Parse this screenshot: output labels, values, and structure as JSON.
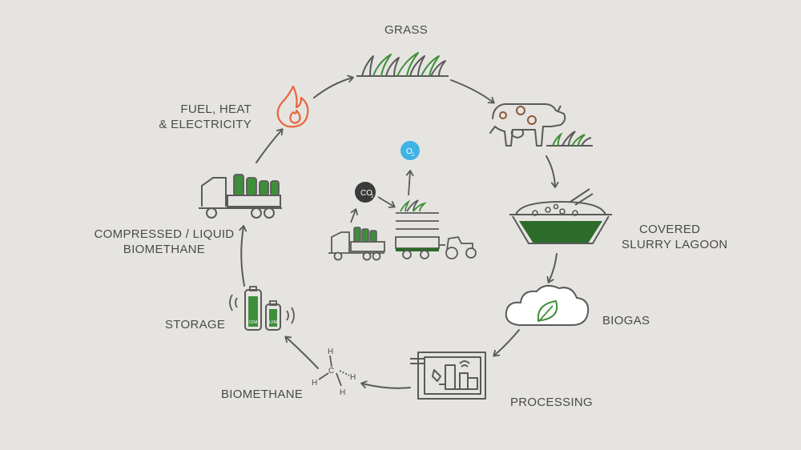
{
  "labels": {
    "grass": "GRASS",
    "fuel_line1": "FUEL, HEAT",
    "fuel_line2": "& ELECTRICITY",
    "lagoon_line1": "COVERED",
    "lagoon_line2": "SLURRY LAGOON",
    "compressed_line1": "COMPRESSED / LIQUID",
    "compressed_line2": "BIOMETHANE",
    "biogas": "BIOGAS",
    "storage": "STORAGE",
    "processing": "PROCESSING",
    "biomethane": "BIOMETHANE"
  },
  "center": {
    "co2": "CO",
    "co2_sub": "2",
    "o2": "O",
    "o2_sub": "2"
  },
  "storage_tanks": {
    "cfm": "CFM",
    "lfm": "LFM"
  },
  "molecule": {
    "h": "H",
    "c": "C"
  },
  "colors": {
    "background": "#e6e4e1",
    "line": "#5a5a5a",
    "green": "#3f8f3a",
    "dark_green": "#2d6b2b",
    "flame": "#e8663a",
    "cow_spots": "#8a5a3a",
    "o2_blue": "#3fb2e6"
  }
}
